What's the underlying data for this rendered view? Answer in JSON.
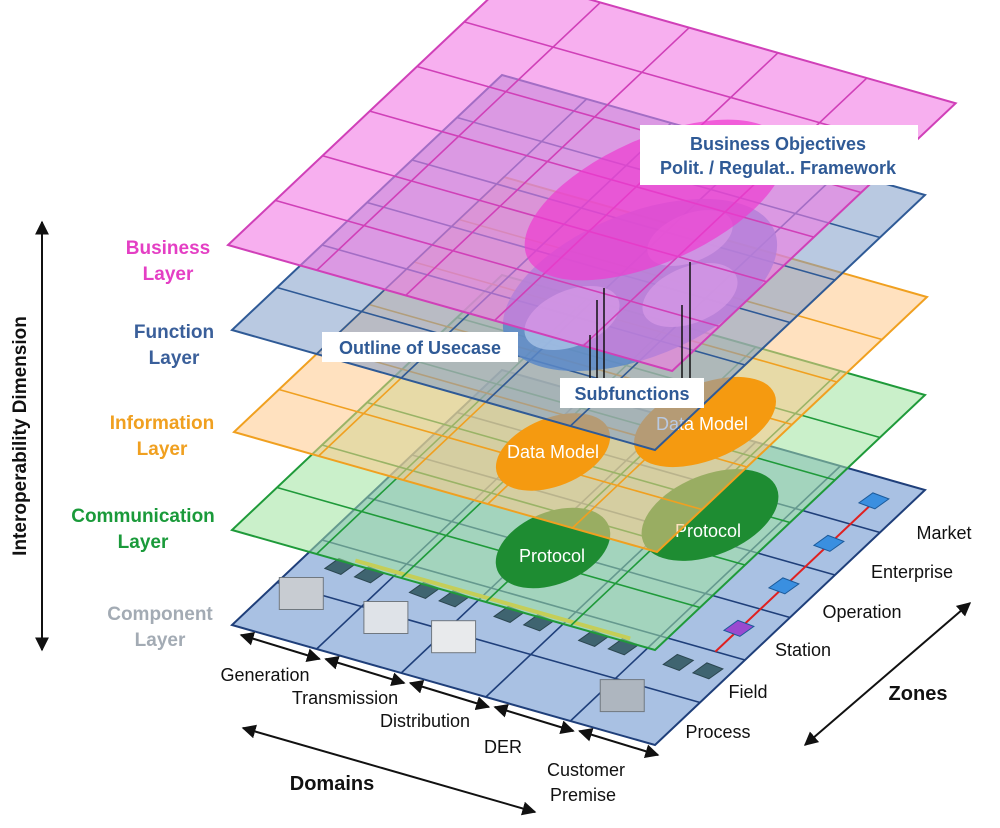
{
  "layers": [
    {
      "id": "business",
      "line1": "Business",
      "line2": "Layer",
      "color": "#e43fc4"
    },
    {
      "id": "function",
      "line1": "Function",
      "line2": "Layer",
      "color": "#3a5f9a"
    },
    {
      "id": "information",
      "line1": "Information",
      "line2": "Layer",
      "color": "#f0a020"
    },
    {
      "id": "communication",
      "line1": "Communication",
      "line2": "Layer",
      "color": "#1a9a3a"
    },
    {
      "id": "component",
      "line1": "Component",
      "line2": "Layer",
      "color": "#a3abb4"
    }
  ],
  "vertical_axis_label": "Interoperability Dimension",
  "annotations": {
    "business_objectives_line1": "Business Objectives",
    "business_objectives_line2": "Polit. / Regulat.. Framework",
    "outline_of_usecase": "Outline of Usecase",
    "subfunctions": "Subfunctions",
    "data_model_1": "Data Model",
    "data_model_2": "Data Model",
    "protocol_1": "Protocol",
    "protocol_2": "Protocol"
  },
  "domains": {
    "title": "Domains",
    "items": [
      "Generation",
      "Transmission",
      "Distribution",
      "DER",
      "Customer",
      "Premise"
    ]
  },
  "zones": {
    "title": "Zones",
    "items": [
      "Process",
      "Field",
      "Station",
      "Operation",
      "Enterprise",
      "Market"
    ]
  }
}
